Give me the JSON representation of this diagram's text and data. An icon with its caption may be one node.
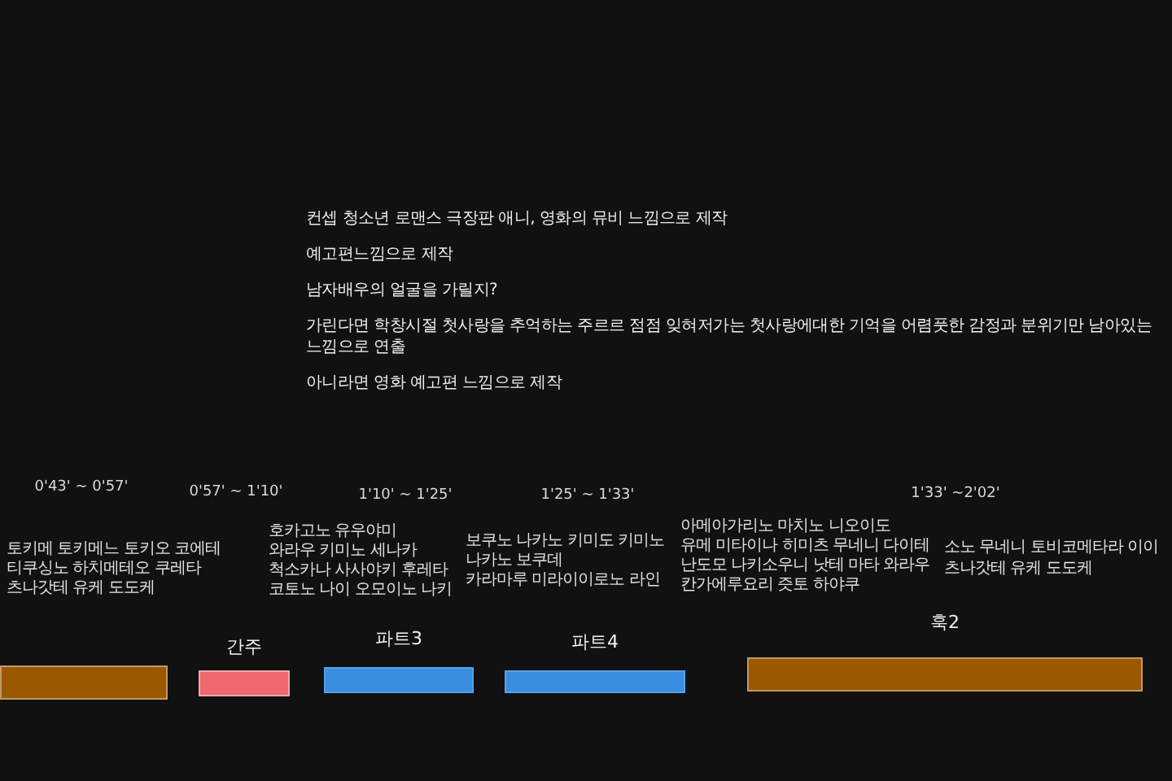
{
  "diagram": {
    "nodes": [
      {
        "text": [],
        "shape": "bar"
      },
      {
        "text": [
          "간주"
        ]
      },
      {
        "text": [
          "파트3"
        ]
      },
      {
        "text": [
          "파트4"
        ]
      },
      {
        "text": [
          "훅2"
        ]
      }
    ],
    "labels": [
      "컨셉 청소년 로맨스 극장판 애니, 영화의 뮤비 느낌으로 제작",
      "예고편느낌으로 제작",
      "남자배우의 얼굴을 가릴지?",
      "가린다면 학창시절 첫사랑을 추억하는 주르르 점점 잊혀저가는 첫사랑에대한 기억을 어렴풋한 감정과 분위기만 남아있는 느낌으로 연출",
      "아니라면 영화 예고편 느낌으로 제작",
      "0'43' ~ 0'57'",
      "0'57' ~ 1'10'",
      "1'10' ~ 1'25'",
      "1'25' ~ 1'33'",
      "1'33' ~2'02'",
      "토키메 토키메느 토키오 코에테",
      "티쿠싱노 하치메테오 쿠레타",
      "츠나갓테 유케 도도케",
      "호카고노 유우야미",
      "와라우 키미노 세나카",
      "척소카나 사사야키 후레타",
      "코토노 나이 오모이노 나키",
      "보쿠노 나카노 키미도 키미노",
      "나카노 보쿠데",
      "카라마루 미라이이로노 라인",
      "아메아가리노 마치노 니오이도",
      "유메 미타이나 히미츠 무네니 다이테",
      "난도모 나키소우니 낫테 마타 와라우",
      "칸가에루요리 즛토 하야쿠",
      "소노 무네니 토비코메타라 이이",
      "츠나갓테 유케 도도케"
    ]
  }
}
